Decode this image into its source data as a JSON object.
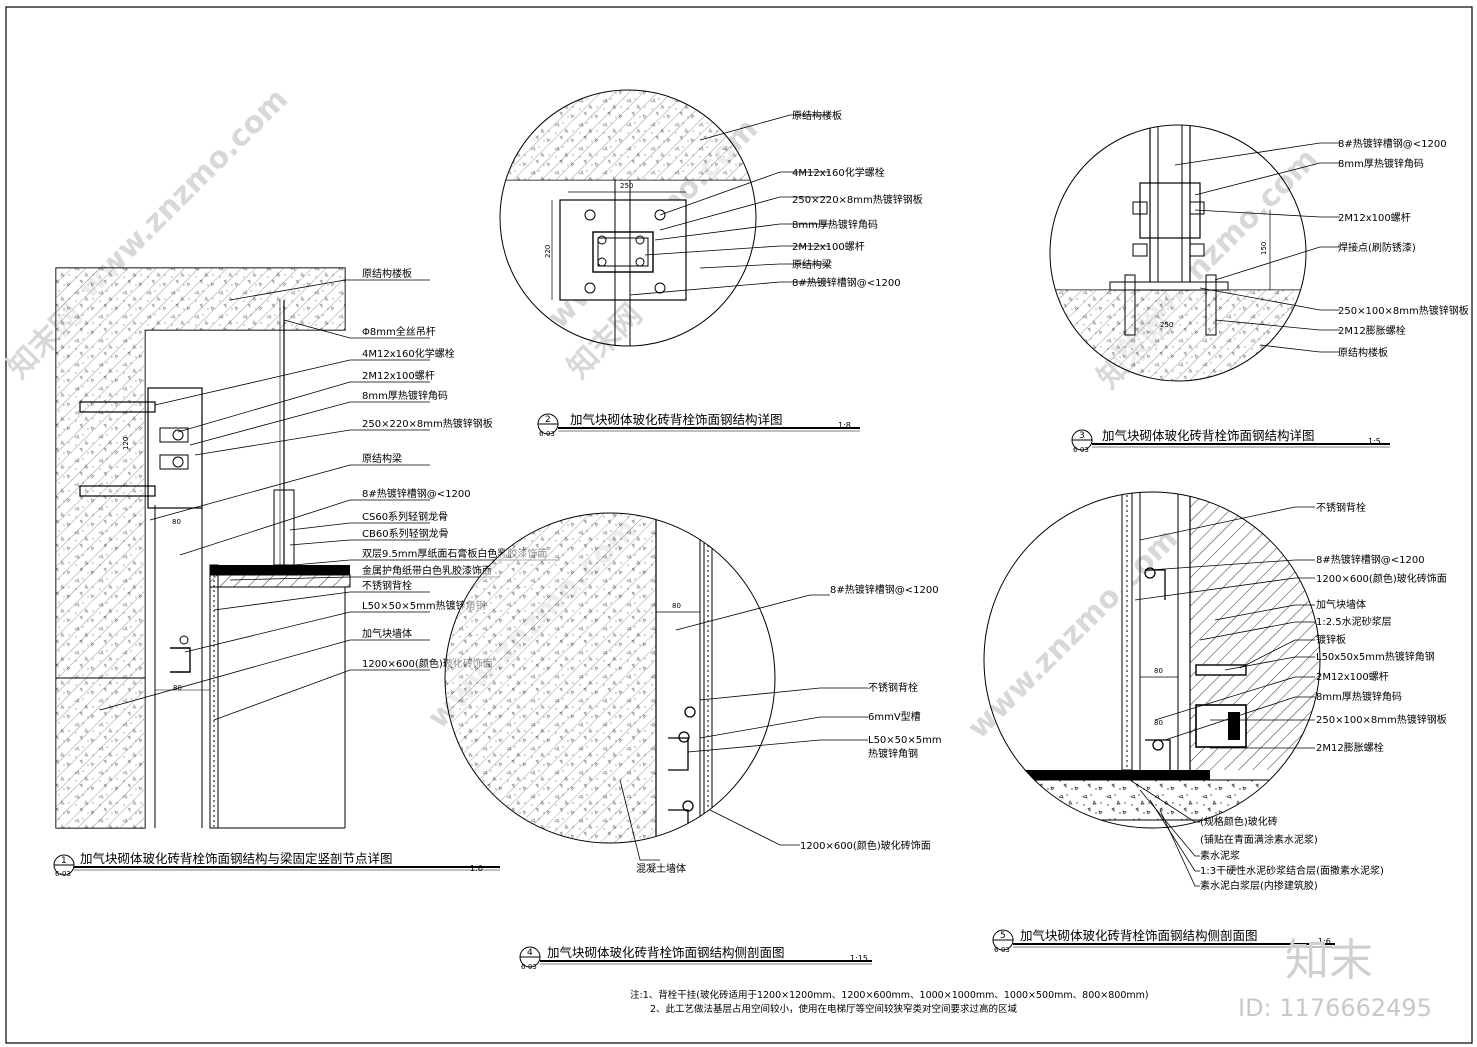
{
  "colors": {
    "line": "#000000",
    "hatch": "#333333",
    "watermark": "#d8d8d8"
  },
  "watermarks": {
    "site": "www.znzmo.com",
    "brand": "知末网",
    "logo": "知末",
    "id": "ID: 1176662495"
  },
  "detail1": {
    "number": "1",
    "sheet_ref": "6-03",
    "title": "加气块砌体玻化砖背栓饰面钢结构与梁固定竖剖节点详图",
    "scale": "1:6",
    "labels": [
      "原结构楼板",
      "Φ8mm全丝吊杆",
      "4M12x160化学螺栓",
      "2M12x100螺杆",
      "8mm厚热镀锌角码",
      "250×220×8mm热镀锌钢板",
      "原结构梁",
      "8#热镀锌槽钢@<1200",
      "CS60系列轻钢龙骨",
      "CB60系列轻钢龙骨",
      "双层9.5mm厚纸面石膏板白色乳胶漆饰面",
      "金属护角纸带白色乳胶漆饰面",
      "不锈钢背栓",
      "L50×50×5mm热镀锌角钢",
      "加气块墙体",
      "1200×600(颜色)玻化砖饰面"
    ],
    "dims": [
      "80",
      "80",
      "120"
    ]
  },
  "detail2": {
    "number": "2",
    "sheet_ref": "6-03",
    "title": "加气块砌体玻化砖背栓饰面钢结构详图",
    "scale": "1:8",
    "labels": [
      "原结构楼板",
      "4M12x160化学螺栓",
      "250×220×8mm热镀锌钢板",
      "8mm厚热镀锌角码",
      "2M12x100螺杆",
      "原结构梁",
      "8#热镀锌槽钢@<1200"
    ],
    "dims": [
      "250",
      "220"
    ]
  },
  "detail3": {
    "number": "3",
    "sheet_ref": "6-03",
    "title": "加气块砌体玻化砖背栓饰面钢结构详图",
    "scale": "1:5",
    "labels": [
      "8#热镀锌槽钢@<1200",
      "8mm厚热镀锌角码",
      "2M12x100螺杆",
      "焊接点(刷防锈漆)",
      "250×100×8mm热镀锌钢板",
      "2M12膨胀螺栓",
      "原结构楼板"
    ],
    "dims": [
      "150",
      "250"
    ]
  },
  "detail4": {
    "number": "4",
    "sheet_ref": "6-03",
    "title": "加气块砌体玻化砖背栓饰面钢结构侧剖面图",
    "scale": "1:15",
    "labels": [
      "8#热镀锌槽钢@<1200",
      "不锈钢背栓",
      "6mmV型槽",
      "L50×50×5mm",
      "热镀锌角钢",
      "1200×600(颜色)玻化砖饰面",
      "混凝土墙体"
    ],
    "dims": [
      "80"
    ]
  },
  "detail5": {
    "number": "5",
    "sheet_ref": "6-03",
    "title": "加气块砌体玻化砖背栓饰面钢结构侧剖面图",
    "scale": "1:6",
    "labels": [
      "不锈钢背栓",
      "8#热镀锌槽钢@<1200",
      "1200×600(颜色)玻化砖饰面",
      "加气块墙体",
      "1:2.5水泥砂浆层",
      "镀锌板",
      "L50x50x5mm热镀锌角钢",
      "2M12x100螺杆",
      "8mm厚热镀锌角码",
      "250×100×8mm热镀锌钢板",
      "2M12膨胀螺栓"
    ],
    "bottom_labels": [
      "(规格颜色)玻化砖",
      "(铺贴在青面满涂素水泥浆)",
      "素水泥浆",
      "1:3干硬性水泥砂浆结合层(面撒素水泥浆)",
      "素水泥白浆层(内掺建筑胶)"
    ],
    "dims": [
      "80",
      "80"
    ]
  },
  "notes": {
    "line1": "注:1、背栓干挂(玻化砖适用于1200×1200mm、1200×600mm、1000×1000mm、1000×500mm、800×800mm)",
    "line2": "2、此工艺做法基层占用空间较小，使用在电梯厅等空间较狭窄类对空间要求过高的区域"
  }
}
